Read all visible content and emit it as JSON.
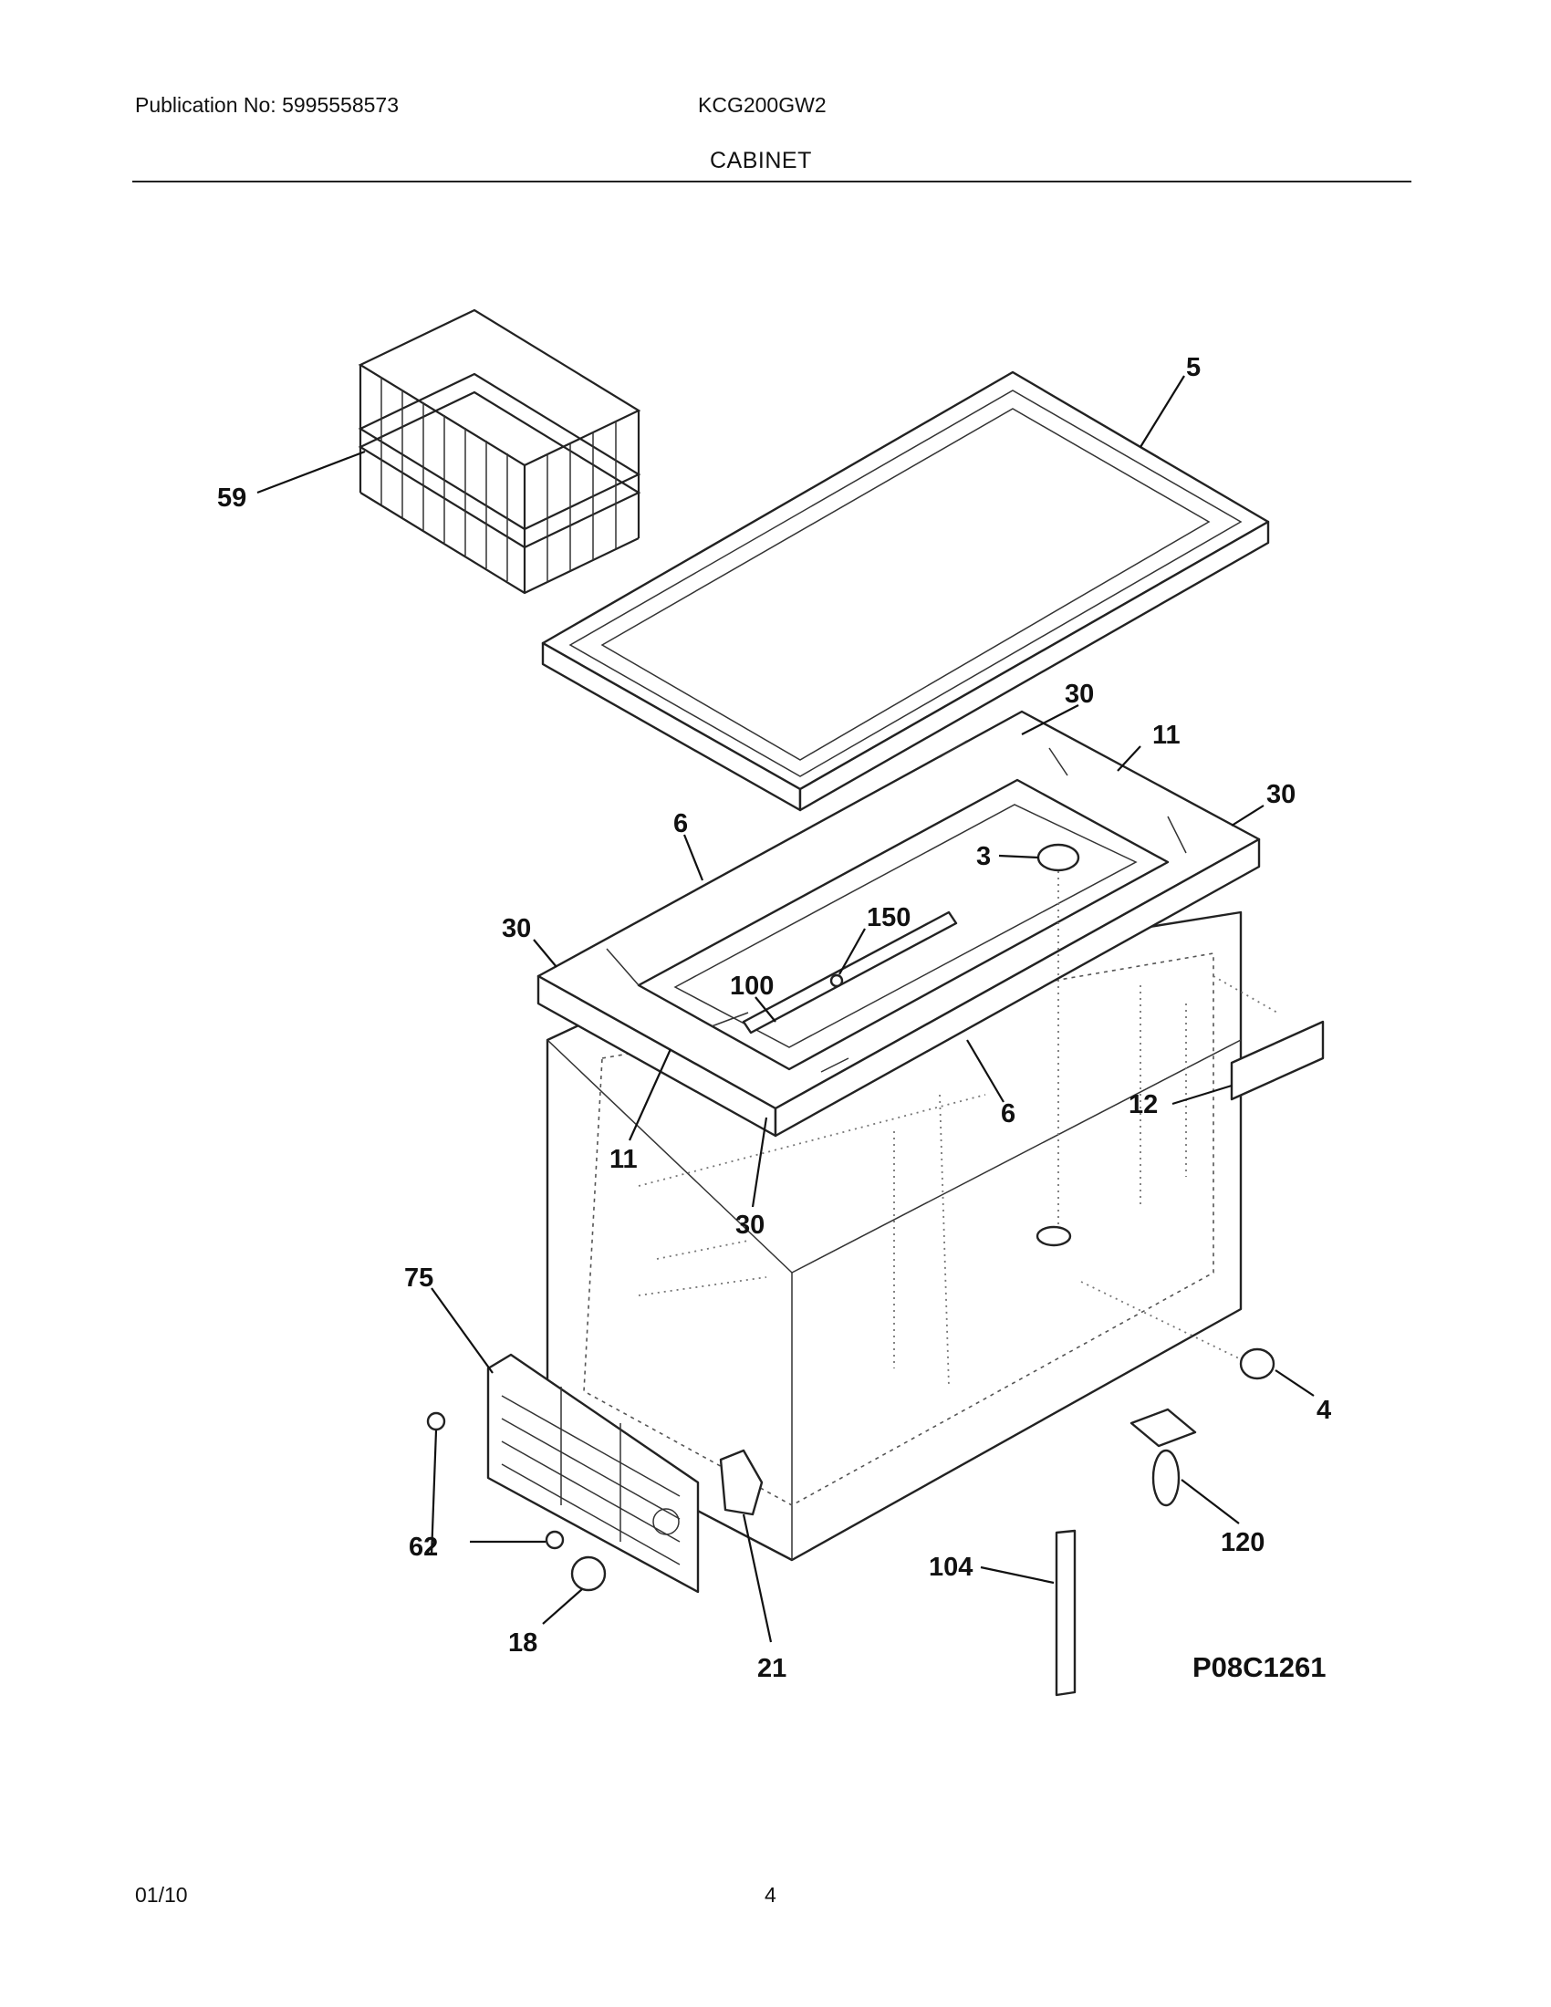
{
  "header": {
    "publication": "Publication No: 5995558573",
    "model": "KCG200GW2",
    "section_title": "CABINET"
  },
  "diagram": {
    "drawing_code": "P08C1261",
    "callouts": [
      "59",
      "5",
      "30",
      "11",
      "30",
      "6",
      "3",
      "150",
      "30",
      "100",
      "12",
      "6",
      "11",
      "30",
      "75",
      "4",
      "120",
      "62",
      "104",
      "18",
      "21"
    ]
  },
  "footer": {
    "date": "01/10",
    "page": "4"
  }
}
